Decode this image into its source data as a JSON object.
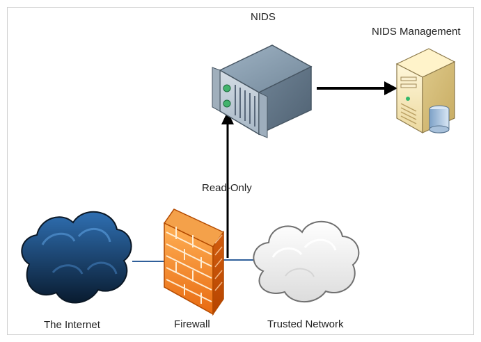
{
  "labels": {
    "nids": "NIDS",
    "nids_management": "NIDS Management",
    "read_only": "Read-Only",
    "internet": "The Internet",
    "firewall": "Firewall",
    "trusted_network": "Trusted Network"
  },
  "icons": {
    "internet": "dark-cloud-icon",
    "trusted_network": "light-cloud-icon",
    "firewall": "brick-firewall-icon",
    "nids": "server-rack-icon",
    "nids_management": "server-database-icon"
  },
  "colors": {
    "internet_cloud": "#1c4f86",
    "trusted_cloud": "#eeeeee",
    "firewall": "#f18a23",
    "nids_server": "#8aa2b7",
    "management_server": "#f6e7b5",
    "network_line": "#2f5f9a",
    "arrow": "#000000"
  }
}
